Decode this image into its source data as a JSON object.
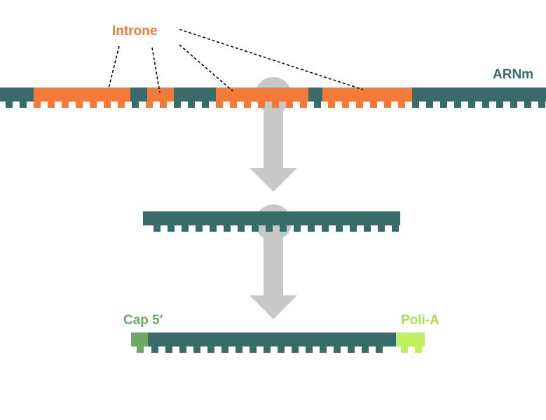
{
  "labels": {
    "introns": "Introne",
    "mrna": "ARNm",
    "cap": "Cap 5′",
    "polya": "Poli-A"
  },
  "colors": {
    "exon": "#3a6b6b",
    "intron": "#f47a3a",
    "cap": "#6aaa64",
    "polya": "#bff15f",
    "arrow": "#c8c8c8",
    "label_introns": "#f47a3a",
    "label_mrna": "#3a6b6b",
    "label_cap": "#6aaa64",
    "label_polya": "#a8e04a"
  }
}
